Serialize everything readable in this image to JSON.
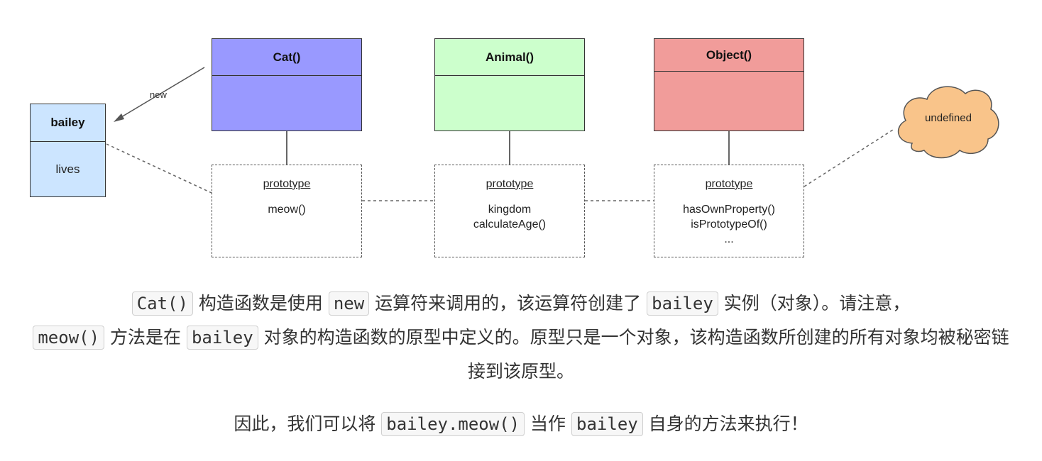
{
  "diagram": {
    "cat": {
      "title": "Cat()"
    },
    "animal": {
      "title": "Animal()"
    },
    "object": {
      "title": "Object()"
    },
    "bailey": {
      "title": "bailey",
      "property": "lives"
    },
    "new_label": "new",
    "undefined_label": "undefined",
    "proto_cat": {
      "title": "prototype",
      "lines": [
        "meow()"
      ]
    },
    "proto_animal": {
      "title": "prototype",
      "lines": [
        "kingdom",
        "calculateAge()"
      ]
    },
    "proto_object": {
      "title": "prototype",
      "lines": [
        "hasOwnProperty()",
        "isPrototypeOf()",
        "..."
      ]
    },
    "colors": {
      "cat": "#9999ff",
      "animal": "#ccffcc",
      "object": "#f19c9a",
      "bailey": "#cce5ff",
      "cloud": "#f9c48a"
    }
  },
  "text": {
    "p1": {
      "code1": "Cat()",
      "t1": " 构造函数是使用 ",
      "code2": "new",
      "t2": " 运算符来调用的，该运算符创建了 ",
      "code3": "bailey",
      "t3": " 实例（对象）。请注意，",
      "code4": "meow()",
      "t4": " 方法是在 ",
      "code5": "bailey",
      "t5": " 对象的构造函数的原型中定义的。原型只是一个对象，该构造函数所创建的所有对象均被秘密链接到该原型。"
    },
    "p2": {
      "t1": "因此，我们可以将 ",
      "code1": "bailey.meow()",
      "t2": " 当作 ",
      "code2": "bailey",
      "t3": " 自身的方法来执行！"
    }
  }
}
